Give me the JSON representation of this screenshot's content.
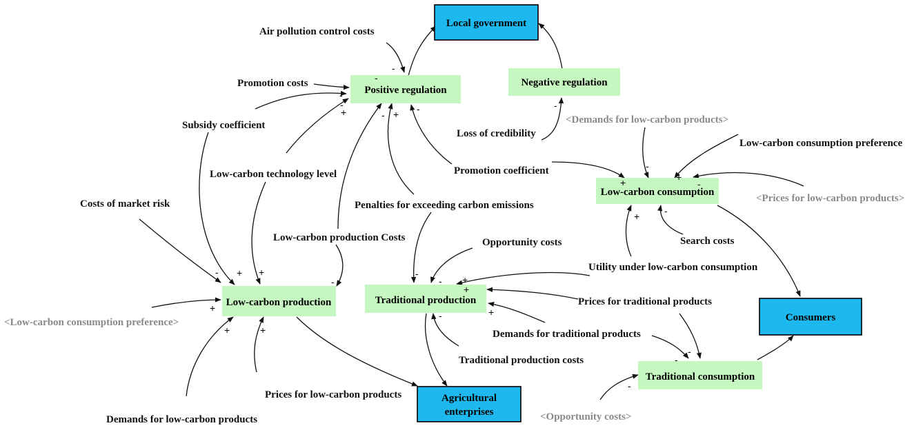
{
  "stocks": {
    "local_government": "Local government",
    "agricultural_enterprises": [
      "Agricultural",
      "enterprises"
    ],
    "consumers": "Consumers"
  },
  "processes": {
    "positive_regulation": "Positive regulation",
    "negative_regulation": "Negative regulation",
    "low_carbon_production": "Low-carbon production",
    "traditional_production": "Traditional production",
    "low_carbon_consumption": "Low-carbon consumption",
    "traditional_consumption": "Traditional consumption"
  },
  "variables": {
    "air_pollution_control_costs": "Air pollution control costs",
    "promotion_costs": "Promotion costs",
    "subsidy_coefficient": "Subsidy coefficient",
    "low_carbon_technology_level": "Low-carbon technology level",
    "costs_of_market_risk": "Costs of market risk",
    "low_carbon_production_costs": "Low-carbon production Costs",
    "penalties_exceeding_carbon": "Penalties for exceeding carbon emissions",
    "loss_of_credibility": "Loss of credibility",
    "promotion_coefficient": "Promotion coefficient",
    "opportunity_costs": "Opportunity costs",
    "low_carbon_consumption_preference": "Low-carbon consumption preference",
    "search_costs": "Search costs",
    "utility_low_carbon_consumption": "Utility under low-carbon consumption",
    "prices_traditional_products": "Prices for traditional products",
    "demands_traditional_products": "Demands for traditional products",
    "traditional_production_costs": "Traditional production costs",
    "prices_low_carbon_products": "Prices for low-carbon products",
    "demands_low_carbon_products": "Demands for low-carbon products"
  },
  "shadow_variables": {
    "demands_low_carbon_products": "<Demands for low-carbon products>",
    "prices_low_carbon_products": "<Prices for low-carbon products>",
    "low_carbon_consumption_preference": "<Low-carbon consumption preference>",
    "opportunity_costs": "<Opportunity costs>"
  },
  "polarities": {
    "minus": "-",
    "plus": "+"
  },
  "colors": {
    "process_fill": "#c6f7c0",
    "stock_fill": "#1cb8ee",
    "shadow_text": "#8a8a8a",
    "text": "#111111"
  }
}
